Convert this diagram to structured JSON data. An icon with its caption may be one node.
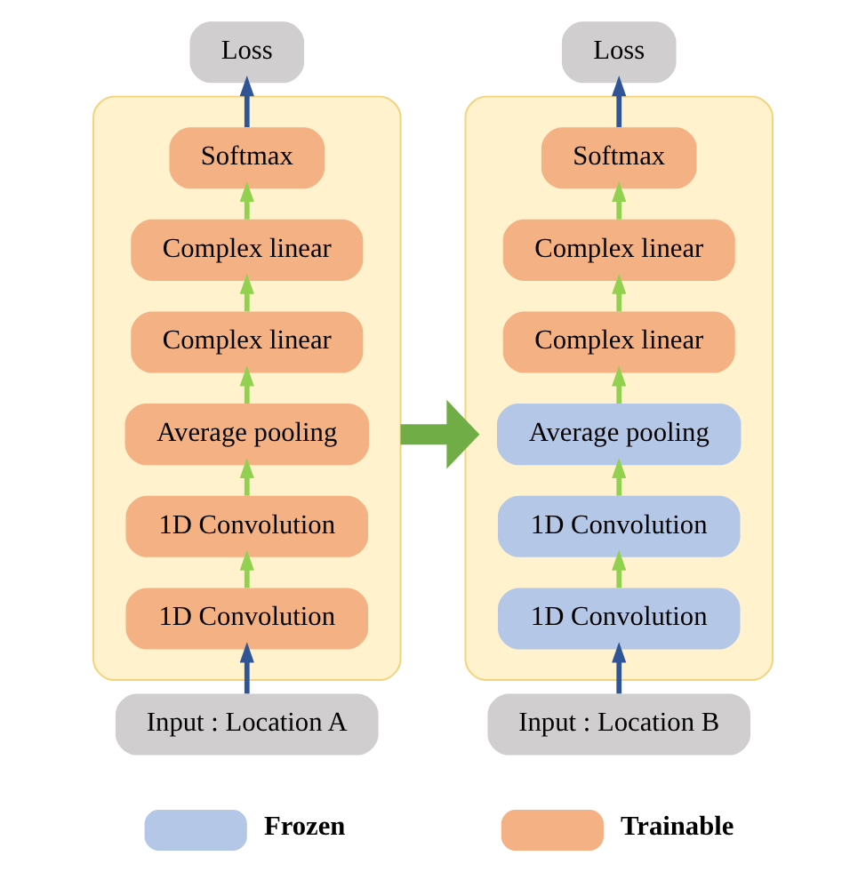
{
  "diagram": {
    "nodes": [
      {
        "text": [
          "Loss"
        ]
      },
      {
        "text": [],
        "shape": "box"
      },
      {
        "text": [
          "Softmax"
        ],
        "in": 1
      },
      {
        "text": [
          "Complex linear"
        ],
        "in": 1
      },
      {
        "text": [
          "Complex linear"
        ],
        "in": 1
      },
      {
        "text": [
          "Average pooling"
        ],
        "in": 1
      },
      {
        "text": [
          "1D Convolution"
        ],
        "in": 1
      },
      {
        "text": [
          "1D Convolution"
        ],
        "in": 1
      },
      {
        "text": [
          "Input : Location A"
        ]
      },
      {
        "text": [
          "Loss"
        ]
      },
      {
        "text": [],
        "shape": "box"
      },
      {
        "text": [
          "Softmax"
        ],
        "in": 10
      },
      {
        "text": [
          "Complex linear"
        ],
        "in": 10
      },
      {
        "text": [
          "Complex linear"
        ],
        "in": 10
      },
      {
        "text": [
          "Average pooling"
        ],
        "in": 10
      },
      {
        "text": [
          "1D Convolution"
        ],
        "in": 10
      },
      {
        "text": [
          "1D Convolution"
        ],
        "in": 10
      },
      {
        "text": [
          "Input : Location B"
        ]
      }
    ],
    "edges": [
      {
        "from": 8,
        "to": 7,
        "arrow": "to",
        "color": "#2f5597"
      },
      {
        "from": 7,
        "to": 6,
        "arrow": "to"
      },
      {
        "from": 6,
        "to": 5,
        "arrow": "to"
      },
      {
        "from": 5,
        "to": 4,
        "arrow": "to"
      },
      {
        "from": 4,
        "to": 3,
        "arrow": "to"
      },
      {
        "from": 3,
        "to": 2,
        "arrow": "to"
      },
      {
        "from": 2,
        "to": 0,
        "arrow": "to",
        "color": "#2f5597"
      },
      {
        "from": 17,
        "to": 16,
        "arrow": "to",
        "color": "#2f5597"
      },
      {
        "from": 16,
        "to": 15,
        "arrow": "to"
      },
      {
        "from": 15,
        "to": 14,
        "arrow": "to"
      },
      {
        "from": 14,
        "to": 13,
        "arrow": "to"
      },
      {
        "from": 13,
        "to": 12,
        "arrow": "to"
      },
      {
        "from": 12,
        "to": 11,
        "arrow": "to"
      },
      {
        "from": 11,
        "to": 9,
        "arrow": "to",
        "color": "#2f5597"
      },
      {
        "from": 1,
        "to": 10,
        "arrow": "to",
        "style": "thick",
        "color": "#70ad47"
      }
    ],
    "legend": [
      {
        "text": "Frozen",
        "color": "#b4c7e7"
      },
      {
        "text": "Trainable",
        "color": "#f4b183"
      }
    ]
  }
}
